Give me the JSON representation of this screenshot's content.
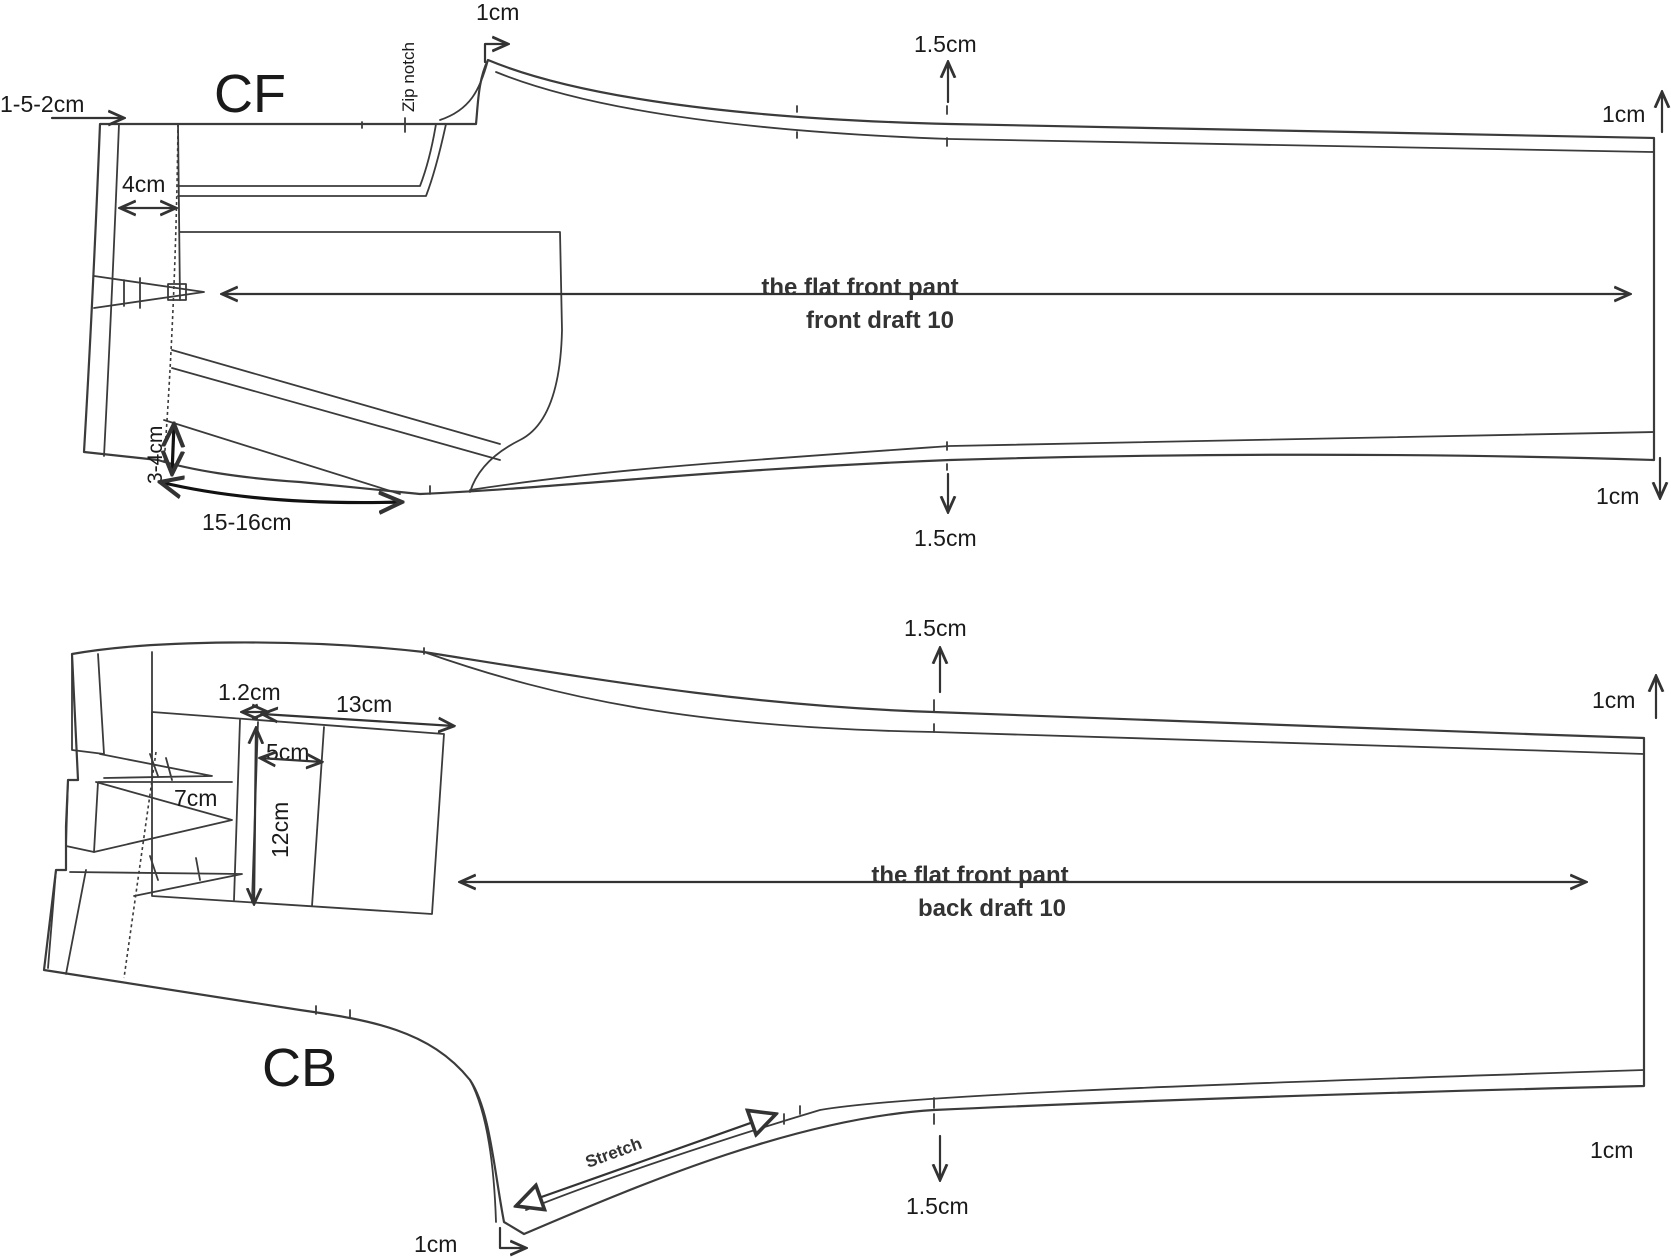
{
  "front": {
    "label": "CF",
    "title_line1": "the  flat  front  pant",
    "title_line2": "front   draft    10",
    "dims": {
      "waist_offset": "1-5-2cm",
      "zip": "Zip notch",
      "top_corner": "1cm",
      "top_mid": "1.5cm",
      "hem_top": "1cm",
      "band_width": "4cm",
      "pocket_depth": "3-4cm",
      "pocket_curve": "15-16cm",
      "bottom_mid": "1.5cm",
      "hem_bottom": "1cm"
    }
  },
  "back": {
    "label": "CB",
    "title_line1": "the  flat  front  pant",
    "title_line2": "back  draft    10",
    "stretch": "Stretch",
    "dims": {
      "top_mid": "1.5cm",
      "hem_top": "1cm",
      "gap": "1.2cm",
      "pocket_width": "13cm",
      "inner": "5cm",
      "dart": "7cm",
      "pocket_height": "12cm",
      "hem_bottom": "1cm",
      "bottom_mid": "1.5cm",
      "crotch": "1cm"
    }
  }
}
